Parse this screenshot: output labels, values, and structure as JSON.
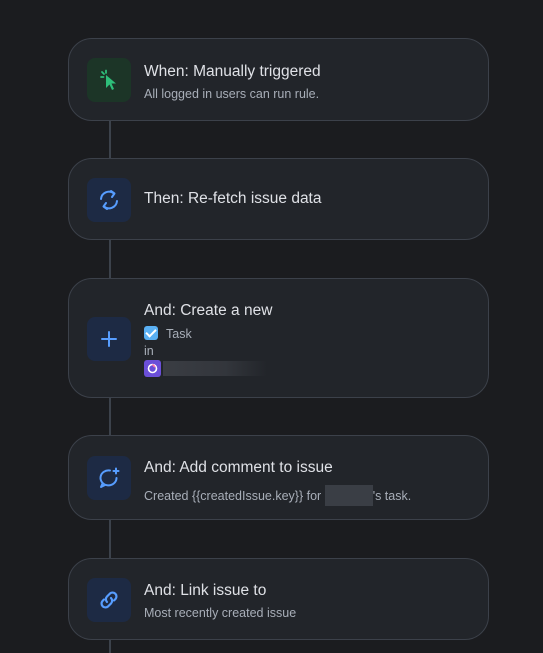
{
  "colors": {
    "background": "#1b1c1f",
    "card": "#22252a",
    "card_border": "#3c414a",
    "accent_blue": "#4c9aff",
    "accent_green": "#22a06b"
  },
  "steps": [
    {
      "icon": "cursor-click-icon",
      "title": "When: Manually triggered",
      "subtitle": "All logged in users can run rule."
    },
    {
      "icon": "refresh-icon",
      "title": "Then: Re-fetch issue data"
    },
    {
      "icon": "plus-icon",
      "title": "And: Create a new",
      "issue_type": "Task",
      "in_label": "in"
    },
    {
      "icon": "comment-sparkle-icon",
      "title": "And: Add comment to issue",
      "subtitle_pre": "Created {{createdIssue.key}} for",
      "subtitle_post": "'s task."
    },
    {
      "icon": "link-icon",
      "title": "And: Link issue to",
      "subtitle": "Most recently created issue"
    }
  ]
}
